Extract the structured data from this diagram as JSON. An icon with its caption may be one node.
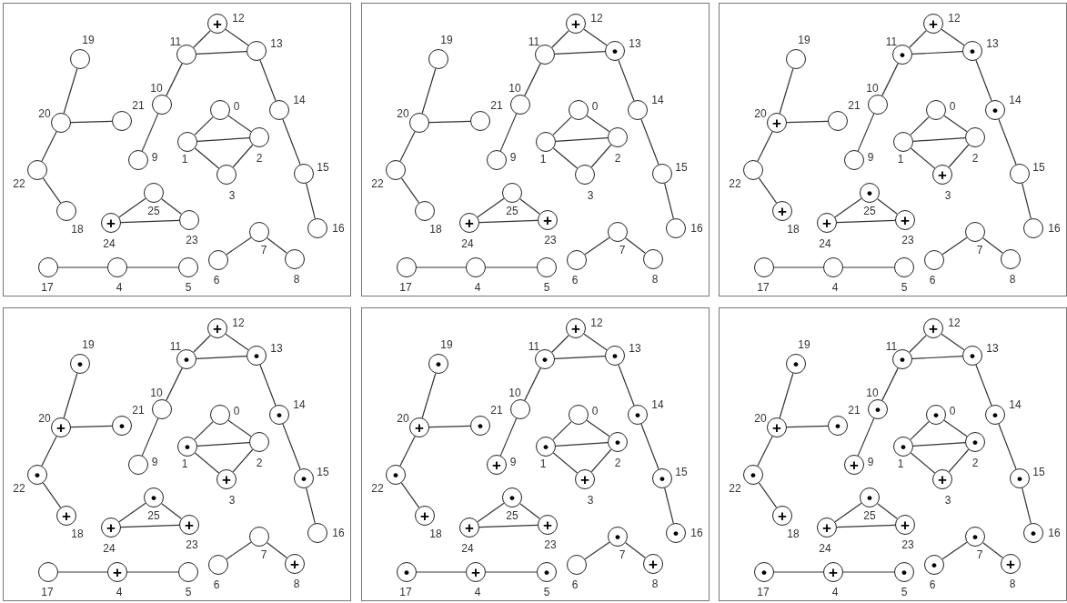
{
  "diagram": {
    "nodes": [
      {
        "text": [],
        "shape": "box"
      },
      {
        "text": [],
        "shape": "circle",
        "beside": [
          "0"
        ],
        "in": 0
      },
      {
        "text": [],
        "shape": "circle",
        "beside": [
          "1"
        ],
        "in": 0
      },
      {
        "text": [],
        "shape": "circle",
        "beside": [
          "2"
        ],
        "in": 0
      },
      {
        "text": [],
        "shape": "circle",
        "beside": [
          "3"
        ],
        "in": 0
      },
      {
        "text": [],
        "shape": "circle",
        "beside": [
          "4"
        ],
        "in": 0
      },
      {
        "text": [],
        "shape": "circle",
        "beside": [
          "5"
        ],
        "in": 0
      },
      {
        "text": [],
        "shape": "circle",
        "beside": [
          "6"
        ],
        "in": 0
      },
      {
        "text": [],
        "shape": "circle",
        "beside": [
          "7"
        ],
        "in": 0
      },
      {
        "text": [],
        "shape": "circle",
        "beside": [
          "8"
        ],
        "in": 0
      },
      {
        "text": [],
        "shape": "circle",
        "beside": [
          "9"
        ],
        "in": 0
      },
      {
        "text": [],
        "shape": "circle",
        "beside": [
          "10"
        ],
        "in": 0
      },
      {
        "text": [],
        "shape": "circle",
        "beside": [
          "11"
        ],
        "in": 0
      },
      {
        "text": [
          "+"
        ],
        "beside": [
          "12"
        ],
        "in": 0
      },
      {
        "text": [],
        "shape": "circle",
        "beside": [
          "13"
        ],
        "in": 0
      },
      {
        "text": [],
        "shape": "circle",
        "beside": [
          "14"
        ],
        "in": 0
      },
      {
        "text": [],
        "shape": "circle",
        "beside": [
          "15"
        ],
        "in": 0
      },
      {
        "text": [],
        "shape": "circle",
        "beside": [
          "16"
        ],
        "in": 0
      },
      {
        "text": [],
        "shape": "circle",
        "beside": [
          "17"
        ],
        "in": 0
      },
      {
        "text": [],
        "shape": "circle",
        "beside": [
          "18"
        ],
        "in": 0
      },
      {
        "text": [],
        "shape": "circle",
        "beside": [
          "19"
        ],
        "in": 0
      },
      {
        "text": [],
        "shape": "circle",
        "beside": [
          "20"
        ],
        "in": 0
      },
      {
        "text": [],
        "shape": "circle",
        "beside": [
          "21"
        ],
        "in": 0
      },
      {
        "text": [],
        "shape": "circle",
        "beside": [
          "22"
        ],
        "in": 0
      },
      {
        "text": [],
        "shape": "circle",
        "beside": [
          "23"
        ],
        "in": 0
      },
      {
        "text": [
          "+"
        ],
        "beside": [
          "24"
        ],
        "in": 0
      },
      {
        "text": [],
        "shape": "circle",
        "beside": [
          "25"
        ],
        "in": 0
      },
      {
        "text": [],
        "shape": "box"
      },
      {
        "text": [],
        "shape": "circle",
        "beside": [
          "0"
        ],
        "in": 27
      },
      {
        "text": [],
        "shape": "circle",
        "beside": [
          "1"
        ],
        "in": 27
      },
      {
        "text": [],
        "shape": "circle",
        "beside": [
          "2"
        ],
        "in": 27
      },
      {
        "text": [],
        "shape": "circle",
        "beside": [
          "3"
        ],
        "in": 27
      },
      {
        "text": [],
        "shape": "circle",
        "beside": [
          "4"
        ],
        "in": 27
      },
      {
        "text": [],
        "shape": "circle",
        "beside": [
          "5"
        ],
        "in": 27
      },
      {
        "text": [],
        "shape": "circle",
        "beside": [
          "6"
        ],
        "in": 27
      },
      {
        "text": [],
        "shape": "circle",
        "beside": [
          "7"
        ],
        "in": 27
      },
      {
        "text": [],
        "shape": "circle",
        "beside": [
          "8"
        ],
        "in": 27
      },
      {
        "text": [],
        "shape": "circle",
        "beside": [
          "9"
        ],
        "in": 27
      },
      {
        "text": [],
        "shape": "circle",
        "beside": [
          "10"
        ],
        "in": 27
      },
      {
        "text": [],
        "shape": "circle",
        "beside": [
          "11"
        ],
        "in": 27
      },
      {
        "text": [
          "+"
        ],
        "beside": [
          "12"
        ],
        "in": 27
      },
      {
        "text": [
          "•"
        ],
        "beside": [
          "13"
        ],
        "in": 27
      },
      {
        "text": [],
        "shape": "circle",
        "beside": [
          "14"
        ],
        "in": 27
      },
      {
        "text": [],
        "shape": "circle",
        "beside": [
          "15"
        ],
        "in": 27
      },
      {
        "text": [],
        "shape": "circle",
        "beside": [
          "16"
        ],
        "in": 27
      },
      {
        "text": [],
        "shape": "circle",
        "beside": [
          "17"
        ],
        "in": 27
      },
      {
        "text": [],
        "shape": "circle",
        "beside": [
          "18"
        ],
        "in": 27
      },
      {
        "text": [],
        "shape": "circle",
        "beside": [
          "19"
        ],
        "in": 27
      },
      {
        "text": [],
        "shape": "circle",
        "beside": [
          "20"
        ],
        "in": 27
      },
      {
        "text": [],
        "shape": "circle",
        "beside": [
          "21"
        ],
        "in": 27
      },
      {
        "text": [],
        "shape": "circle",
        "beside": [
          "22"
        ],
        "in": 27
      },
      {
        "text": [
          "+"
        ],
        "beside": [
          "23"
        ],
        "in": 27
      },
      {
        "text": [
          "+"
        ],
        "beside": [
          "24"
        ],
        "in": 27
      },
      {
        "text": [],
        "shape": "circle",
        "beside": [
          "25"
        ],
        "in": 27
      },
      {
        "text": [],
        "shape": "box"
      },
      {
        "text": [],
        "shape": "circle",
        "beside": [
          "0"
        ],
        "in": 54
      },
      {
        "text": [],
        "shape": "circle",
        "beside": [
          "1"
        ],
        "in": 54
      },
      {
        "text": [],
        "shape": "circle",
        "beside": [
          "2"
        ],
        "in": 54
      },
      {
        "text": [
          "+"
        ],
        "beside": [
          "3"
        ],
        "in": 54
      },
      {
        "text": [],
        "shape": "circle",
        "beside": [
          "4"
        ],
        "in": 54
      },
      {
        "text": [],
        "shape": "circle",
        "beside": [
          "5"
        ],
        "in": 54
      },
      {
        "text": [],
        "shape": "circle",
        "beside": [
          "6"
        ],
        "in": 54
      },
      {
        "text": [],
        "shape": "circle",
        "beside": [
          "7"
        ],
        "in": 54
      },
      {
        "text": [],
        "shape": "circle",
        "beside": [
          "8"
        ],
        "in": 54
      },
      {
        "text": [],
        "shape": "circle",
        "beside": [
          "9"
        ],
        "in": 54
      },
      {
        "text": [],
        "shape": "circle",
        "beside": [
          "10"
        ],
        "in": 54
      },
      {
        "text": [
          "•"
        ],
        "beside": [
          "11"
        ],
        "in": 54
      },
      {
        "text": [
          "+"
        ],
        "beside": [
          "12"
        ],
        "in": 54
      },
      {
        "text": [
          "•"
        ],
        "beside": [
          "13"
        ],
        "in": 54
      },
      {
        "text": [
          "•"
        ],
        "beside": [
          "14"
        ],
        "in": 54
      },
      {
        "text": [],
        "shape": "circle",
        "beside": [
          "15"
        ],
        "in": 54
      },
      {
        "text": [],
        "shape": "circle",
        "beside": [
          "16"
        ],
        "in": 54
      },
      {
        "text": [],
        "shape": "circle",
        "beside": [
          "17"
        ],
        "in": 54
      },
      {
        "text": [
          "+"
        ],
        "beside": [
          "18"
        ],
        "in": 54
      },
      {
        "text": [],
        "shape": "circle",
        "beside": [
          "19"
        ],
        "in": 54
      },
      {
        "text": [
          "+"
        ],
        "beside": [
          "20"
        ],
        "in": 54
      },
      {
        "text": [],
        "shape": "circle",
        "beside": [
          "21"
        ],
        "in": 54
      },
      {
        "text": [],
        "shape": "circle",
        "beside": [
          "22"
        ],
        "in": 54
      },
      {
        "text": [
          "+"
        ],
        "beside": [
          "23"
        ],
        "in": 54
      },
      {
        "text": [
          "+"
        ],
        "beside": [
          "24"
        ],
        "in": 54
      },
      {
        "text": [
          "•"
        ],
        "beside": [
          "25"
        ],
        "in": 54
      },
      {
        "text": [],
        "shape": "box"
      },
      {
        "text": [],
        "shape": "circle",
        "beside": [
          "0"
        ],
        "in": 81
      },
      {
        "text": [
          "•"
        ],
        "beside": [
          "1"
        ],
        "in": 81
      },
      {
        "text": [],
        "shape": "circle",
        "beside": [
          "2"
        ],
        "in": 81
      },
      {
        "text": [
          "+"
        ],
        "beside": [
          "3"
        ],
        "in": 81
      },
      {
        "text": [
          "+"
        ],
        "beside": [
          "4"
        ],
        "in": 81
      },
      {
        "text": [],
        "shape": "circle",
        "beside": [
          "5"
        ],
        "in": 81
      },
      {
        "text": [],
        "shape": "circle",
        "beside": [
          "6"
        ],
        "in": 81
      },
      {
        "text": [],
        "shape": "circle",
        "beside": [
          "7"
        ],
        "in": 81
      },
      {
        "text": [
          "+"
        ],
        "beside": [
          "8"
        ],
        "in": 81
      },
      {
        "text": [],
        "shape": "circle",
        "beside": [
          "9"
        ],
        "in": 81
      },
      {
        "text": [],
        "shape": "circle",
        "beside": [
          "10"
        ],
        "in": 81
      },
      {
        "text": [
          "•"
        ],
        "beside": [
          "11"
        ],
        "in": 81
      },
      {
        "text": [
          "+"
        ],
        "beside": [
          "12"
        ],
        "in": 81
      },
      {
        "text": [
          "•"
        ],
        "beside": [
          "13"
        ],
        "in": 81
      },
      {
        "text": [
          "•"
        ],
        "beside": [
          "14"
        ],
        "in": 81
      },
      {
        "text": [
          "•"
        ],
        "beside": [
          "15"
        ],
        "in": 81
      },
      {
        "text": [],
        "shape": "circle",
        "beside": [
          "16"
        ],
        "in": 81
      },
      {
        "text": [],
        "shape": "circle",
        "beside": [
          "17"
        ],
        "in": 81
      },
      {
        "text": [
          "+"
        ],
        "beside": [
          "18"
        ],
        "in": 81
      },
      {
        "text": [
          "•"
        ],
        "beside": [
          "19"
        ],
        "in": 81
      },
      {
        "text": [
          "+"
        ],
        "beside": [
          "20"
        ],
        "in": 81
      },
      {
        "text": [
          "•"
        ],
        "beside": [
          "21"
        ],
        "in": 81
      },
      {
        "text": [
          "•"
        ],
        "beside": [
          "22"
        ],
        "in": 81
      },
      {
        "text": [
          "+"
        ],
        "beside": [
          "23"
        ],
        "in": 81
      },
      {
        "text": [
          "+"
        ],
        "beside": [
          "24"
        ],
        "in": 81
      },
      {
        "text": [
          "•"
        ],
        "beside": [
          "25"
        ],
        "in": 81
      },
      {
        "text": [],
        "shape": "box"
      },
      {
        "text": [],
        "shape": "circle",
        "beside": [
          "0"
        ],
        "in": 108
      },
      {
        "text": [
          "•"
        ],
        "beside": [
          "1"
        ],
        "in": 108
      },
      {
        "text": [
          "•"
        ],
        "beside": [
          "2"
        ],
        "in": 108
      },
      {
        "text": [
          "+"
        ],
        "beside": [
          "3"
        ],
        "in": 108
      },
      {
        "text": [
          "+"
        ],
        "beside": [
          "4"
        ],
        "in": 108
      },
      {
        "text": [
          "•"
        ],
        "beside": [
          "5"
        ],
        "in": 108
      },
      {
        "text": [],
        "shape": "circle",
        "beside": [
          "6"
        ],
        "in": 108
      },
      {
        "text": [
          "•"
        ],
        "beside": [
          "7"
        ],
        "in": 108
      },
      {
        "text": [
          "+"
        ],
        "beside": [
          "8"
        ],
        "in": 108
      },
      {
        "text": [
          "+"
        ],
        "beside": [
          "9"
        ],
        "in": 108
      },
      {
        "text": [],
        "shape": "circle",
        "beside": [
          "10"
        ],
        "in": 108
      },
      {
        "text": [
          "•"
        ],
        "beside": [
          "11"
        ],
        "in": 108
      },
      {
        "text": [
          "+"
        ],
        "beside": [
          "12"
        ],
        "in": 108
      },
      {
        "text": [
          "•"
        ],
        "beside": [
          "13"
        ],
        "in": 108
      },
      {
        "text": [
          "•"
        ],
        "beside": [
          "14"
        ],
        "in": 108
      },
      {
        "text": [
          "•"
        ],
        "beside": [
          "15"
        ],
        "in": 108
      },
      {
        "text": [
          "•"
        ],
        "beside": [
          "16"
        ],
        "in": 108
      },
      {
        "text": [
          "•"
        ],
        "beside": [
          "17"
        ],
        "in": 108
      },
      {
        "text": [
          "+"
        ],
        "beside": [
          "18"
        ],
        "in": 108
      },
      {
        "text": [
          "•"
        ],
        "beside": [
          "19"
        ],
        "in": 108
      },
      {
        "text": [
          "+"
        ],
        "beside": [
          "20"
        ],
        "in": 108
      },
      {
        "text": [
          "•"
        ],
        "beside": [
          "21"
        ],
        "in": 108
      },
      {
        "text": [
          "•"
        ],
        "beside": [
          "22"
        ],
        "in": 108
      },
      {
        "text": [
          "+"
        ],
        "beside": [
          "23"
        ],
        "in": 108
      },
      {
        "text": [
          "+"
        ],
        "beside": [
          "24"
        ],
        "in": 108
      },
      {
        "text": [
          "•"
        ],
        "beside": [
          "25"
        ],
        "in": 108
      },
      {
        "text": [],
        "shape": "box"
      },
      {
        "text": [
          "•"
        ],
        "beside": [
          "0"
        ],
        "in": 135
      },
      {
        "text": [
          "•"
        ],
        "beside": [
          "1"
        ],
        "in": 135
      },
      {
        "text": [
          "•"
        ],
        "beside": [
          "2"
        ],
        "in": 135
      },
      {
        "text": [
          "+"
        ],
        "beside": [
          "3"
        ],
        "in": 135
      },
      {
        "text": [
          "+"
        ],
        "beside": [
          "4"
        ],
        "in": 135
      },
      {
        "text": [
          "•"
        ],
        "beside": [
          "5"
        ],
        "in": 135
      },
      {
        "text": [
          "•"
        ],
        "beside": [
          "6"
        ],
        "in": 135
      },
      {
        "text": [
          "•"
        ],
        "beside": [
          "7"
        ],
        "in": 135
      },
      {
        "text": [
          "+"
        ],
        "beside": [
          "8"
        ],
        "in": 135
      },
      {
        "text": [
          "+"
        ],
        "beside": [
          "9"
        ],
        "in": 135
      },
      {
        "text": [
          "•"
        ],
        "beside": [
          "10"
        ],
        "in": 135
      },
      {
        "text": [
          "•"
        ],
        "beside": [
          "11"
        ],
        "in": 135
      },
      {
        "text": [
          "+"
        ],
        "beside": [
          "12"
        ],
        "in": 135
      },
      {
        "text": [
          "•"
        ],
        "beside": [
          "13"
        ],
        "in": 135
      },
      {
        "text": [
          "•"
        ],
        "beside": [
          "14"
        ],
        "in": 135
      },
      {
        "text": [
          "•"
        ],
        "beside": [
          "15"
        ],
        "in": 135
      },
      {
        "text": [
          "•"
        ],
        "beside": [
          "16"
        ],
        "in": 135
      },
      {
        "text": [
          "•"
        ],
        "beside": [
          "17"
        ],
        "in": 135
      },
      {
        "text": [
          "+"
        ],
        "beside": [
          "18"
        ],
        "in": 135
      },
      {
        "text": [
          "•"
        ],
        "beside": [
          "19"
        ],
        "in": 135
      },
      {
        "text": [
          "+"
        ],
        "beside": [
          "20"
        ],
        "in": 135
      },
      {
        "text": [
          "•"
        ],
        "beside": [
          "21"
        ],
        "in": 135
      },
      {
        "text": [
          "•"
        ],
        "beside": [
          "22"
        ],
        "in": 135
      },
      {
        "text": [
          "+"
        ],
        "beside": [
          "23"
        ],
        "in": 135
      },
      {
        "text": [
          "+"
        ],
        "beside": [
          "24"
        ],
        "in": 135
      },
      {
        "text": [
          "•"
        ],
        "beside": [
          "25"
        ],
        "in": 135
      }
    ],
    "edges": [
      {
        "from": 1,
        "to": 2,
        "arrow": "none"
      },
      {
        "from": 1,
        "to": 3,
        "arrow": "none"
      },
      {
        "from": 2,
        "to": 3,
        "arrow": "none"
      },
      {
        "from": 2,
        "to": 4,
        "arrow": "none"
      },
      {
        "from": 3,
        "to": 4,
        "arrow": "none"
      },
      {
        "from": 25,
        "to": 26,
        "arrow": "none"
      },
      {
        "from": 26,
        "to": 24,
        "arrow": "none"
      },
      {
        "from": 25,
        "to": 24,
        "arrow": "none"
      },
      {
        "from": 18,
        "to": 5,
        "arrow": "none"
      },
      {
        "from": 5,
        "to": 6,
        "arrow": "none"
      },
      {
        "from": 7,
        "to": 8,
        "arrow": "none"
      },
      {
        "from": 8,
        "to": 9,
        "arrow": "none"
      },
      {
        "from": 10,
        "to": 11,
        "arrow": "none"
      },
      {
        "from": 11,
        "to": 12,
        "arrow": "none"
      },
      {
        "from": 12,
        "to": 13,
        "arrow": "none"
      },
      {
        "from": 13,
        "to": 14,
        "arrow": "none"
      },
      {
        "from": 12,
        "to": 14,
        "arrow": "none"
      },
      {
        "from": 14,
        "to": 15,
        "arrow": "none"
      },
      {
        "from": 15,
        "to": 16,
        "arrow": "none"
      },
      {
        "from": 16,
        "to": 17,
        "arrow": "none"
      },
      {
        "from": 20,
        "to": 21,
        "arrow": "none"
      },
      {
        "from": 21,
        "to": 22,
        "arrow": "none"
      },
      {
        "from": 21,
        "to": 23,
        "arrow": "none"
      },
      {
        "from": 23,
        "to": 19,
        "arrow": "none"
      },
      {
        "from": 28,
        "to": 29,
        "arrow": "none"
      },
      {
        "from": 28,
        "to": 30,
        "arrow": "none"
      },
      {
        "from": 29,
        "to": 30,
        "arrow": "none"
      },
      {
        "from": 29,
        "to": 31,
        "arrow": "none"
      },
      {
        "from": 30,
        "to": 31,
        "arrow": "none"
      },
      {
        "from": 52,
        "to": 53,
        "arrow": "none"
      },
      {
        "from": 53,
        "to": 51,
        "arrow": "none"
      },
      {
        "from": 52,
        "to": 51,
        "arrow": "none"
      },
      {
        "from": 45,
        "to": 32,
        "arrow": "none"
      },
      {
        "from": 32,
        "to": 33,
        "arrow": "none"
      },
      {
        "from": 34,
        "to": 35,
        "arrow": "none"
      },
      {
        "from": 35,
        "to": 36,
        "arrow": "none"
      },
      {
        "from": 37,
        "to": 38,
        "arrow": "none"
      },
      {
        "from": 38,
        "to": 39,
        "arrow": "none"
      },
      {
        "from": 39,
        "to": 40,
        "arrow": "none"
      },
      {
        "from": 40,
        "to": 41,
        "arrow": "none"
      },
      {
        "from": 39,
        "to": 41,
        "arrow": "none"
      },
      {
        "from": 41,
        "to": 42,
        "arrow": "none"
      },
      {
        "from": 42,
        "to": 43,
        "arrow": "none"
      },
      {
        "from": 43,
        "to": 44,
        "arrow": "none"
      },
      {
        "from": 47,
        "to": 48,
        "arrow": "none"
      },
      {
        "from": 48,
        "to": 49,
        "arrow": "none"
      },
      {
        "from": 48,
        "to": 50,
        "arrow": "none"
      },
      {
        "from": 50,
        "to": 46,
        "arrow": "none"
      },
      {
        "from": 55,
        "to": 56,
        "arrow": "none"
      },
      {
        "from": 55,
        "to": 57,
        "arrow": "none"
      },
      {
        "from": 56,
        "to": 57,
        "arrow": "none"
      },
      {
        "from": 56,
        "to": 58,
        "arrow": "none"
      },
      {
        "from": 57,
        "to": 58,
        "arrow": "none"
      },
      {
        "from": 79,
        "to": 80,
        "arrow": "none"
      },
      {
        "from": 80,
        "to": 78,
        "arrow": "none"
      },
      {
        "from": 79,
        "to": 78,
        "arrow": "none"
      },
      {
        "from": 72,
        "to": 59,
        "arrow": "none"
      },
      {
        "from": 59,
        "to": 60,
        "arrow": "none"
      },
      {
        "from": 61,
        "to": 62,
        "arrow": "none"
      },
      {
        "from": 62,
        "to": 63,
        "arrow": "none"
      },
      {
        "from": 64,
        "to": 65,
        "arrow": "none"
      },
      {
        "from": 65,
        "to": 66,
        "arrow": "none"
      },
      {
        "from": 66,
        "to": 67,
        "arrow": "none"
      },
      {
        "from": 67,
        "to": 68,
        "arrow": "none"
      },
      {
        "from": 66,
        "to": 68,
        "arrow": "none"
      },
      {
        "from": 68,
        "to": 69,
        "arrow": "none"
      },
      {
        "from": 69,
        "to": 70,
        "arrow": "none"
      },
      {
        "from": 70,
        "to": 71,
        "arrow": "none"
      },
      {
        "from": 74,
        "to": 75,
        "arrow": "none"
      },
      {
        "from": 75,
        "to": 76,
        "arrow": "none"
      },
      {
        "from": 75,
        "to": 77,
        "arrow": "none"
      },
      {
        "from": 77,
        "to": 73,
        "arrow": "none"
      },
      {
        "from": 82,
        "to": 83,
        "arrow": "none"
      },
      {
        "from": 82,
        "to": 84,
        "arrow": "none"
      },
      {
        "from": 83,
        "to": 84,
        "arrow": "none"
      },
      {
        "from": 83,
        "to": 85,
        "arrow": "none"
      },
      {
        "from": 84,
        "to": 85,
        "arrow": "none"
      },
      {
        "from": 106,
        "to": 107,
        "arrow": "none"
      },
      {
        "from": 107,
        "to": 105,
        "arrow": "none"
      },
      {
        "from": 106,
        "to": 105,
        "arrow": "none"
      },
      {
        "from": 99,
        "to": 86,
        "arrow": "none"
      },
      {
        "from": 86,
        "to": 87,
        "arrow": "none"
      },
      {
        "from": 88,
        "to": 89,
        "arrow": "none"
      },
      {
        "from": 89,
        "to": 90,
        "arrow": "none"
      },
      {
        "from": 91,
        "to": 92,
        "arrow": "none"
      },
      {
        "from": 92,
        "to": 93,
        "arrow": "none"
      },
      {
        "from": 93,
        "to": 94,
        "arrow": "none"
      },
      {
        "from": 94,
        "to": 95,
        "arrow": "none"
      },
      {
        "from": 93,
        "to": 95,
        "arrow": "none"
      },
      {
        "from": 95,
        "to": 96,
        "arrow": "none"
      },
      {
        "from": 96,
        "to": 97,
        "arrow": "none"
      },
      {
        "from": 97,
        "to": 98,
        "arrow": "none"
      },
      {
        "from": 101,
        "to": 102,
        "arrow": "none"
      },
      {
        "from": 102,
        "to": 103,
        "arrow": "none"
      },
      {
        "from": 102,
        "to": 104,
        "arrow": "none"
      },
      {
        "from": 104,
        "to": 100,
        "arrow": "none"
      },
      {
        "from": 109,
        "to": 110,
        "arrow": "none"
      },
      {
        "from": 109,
        "to": 111,
        "arrow": "none"
      },
      {
        "from": 110,
        "to": 111,
        "arrow": "none"
      },
      {
        "from": 110,
        "to": 112,
        "arrow": "none"
      },
      {
        "from": 111,
        "to": 112,
        "arrow": "none"
      },
      {
        "from": 133,
        "to": 134,
        "arrow": "none"
      },
      {
        "from": 134,
        "to": 132,
        "arrow": "none"
      },
      {
        "from": 133,
        "to": 132,
        "arrow": "none"
      },
      {
        "from": 126,
        "to": 113,
        "arrow": "none"
      },
      {
        "from": 113,
        "to": 114,
        "arrow": "none"
      },
      {
        "from": 115,
        "to": 116,
        "arrow": "none"
      },
      {
        "from": 116,
        "to": 117,
        "arrow": "none"
      },
      {
        "from": 118,
        "to": 119,
        "arrow": "none"
      },
      {
        "from": 119,
        "to": 120,
        "arrow": "none"
      },
      {
        "from": 120,
        "to": 121,
        "arrow": "none"
      },
      {
        "from": 121,
        "to": 122,
        "arrow": "none"
      },
      {
        "from": 120,
        "to": 122,
        "arrow": "none"
      },
      {
        "from": 122,
        "to": 123,
        "arrow": "none"
      },
      {
        "from": 123,
        "to": 124,
        "arrow": "none"
      },
      {
        "from": 124,
        "to": 125,
        "arrow": "none"
      },
      {
        "from": 128,
        "to": 129,
        "arrow": "none"
      },
      {
        "from": 129,
        "to": 130,
        "arrow": "none"
      },
      {
        "from": 129,
        "to": 131,
        "arrow": "none"
      },
      {
        "from": 131,
        "to": 127,
        "arrow": "none"
      },
      {
        "from": 136,
        "to": 137,
        "arrow": "none"
      },
      {
        "from": 136,
        "to": 138,
        "arrow": "none"
      },
      {
        "from": 137,
        "to": 138,
        "arrow": "none"
      },
      {
        "from": 137,
        "to": 139,
        "arrow": "none"
      },
      {
        "from": 138,
        "to": 139,
        "arrow": "none"
      },
      {
        "from": 160,
        "to": 161,
        "arrow": "none"
      },
      {
        "from": 161,
        "to": 159,
        "arrow": "none"
      },
      {
        "from": 160,
        "to": 159,
        "arrow": "none"
      },
      {
        "from": 153,
        "to": 140,
        "arrow": "none"
      },
      {
        "from": 140,
        "to": 141,
        "arrow": "none"
      },
      {
        "from": 142,
        "to": 143,
        "arrow": "none"
      },
      {
        "from": 143,
        "to": 144,
        "arrow": "none"
      },
      {
        "from": 145,
        "to": 146,
        "arrow": "none"
      },
      {
        "from": 146,
        "to": 147,
        "arrow": "none"
      },
      {
        "from": 147,
        "to": 148,
        "arrow": "none"
      },
      {
        "from": 148,
        "to": 149,
        "arrow": "none"
      },
      {
        "from": 147,
        "to": 149,
        "arrow": "none"
      },
      {
        "from": 149,
        "to": 150,
        "arrow": "none"
      },
      {
        "from": 150,
        "to": 151,
        "arrow": "none"
      },
      {
        "from": 151,
        "to": 152,
        "arrow": "none"
      },
      {
        "from": 155,
        "to": 156,
        "arrow": "none"
      },
      {
        "from": 156,
        "to": 157,
        "arrow": "none"
      },
      {
        "from": 156,
        "to": 158,
        "arrow": "none"
      },
      {
        "from": 158,
        "to": 154,
        "arrow": "none"
      }
    ]
  }
}
